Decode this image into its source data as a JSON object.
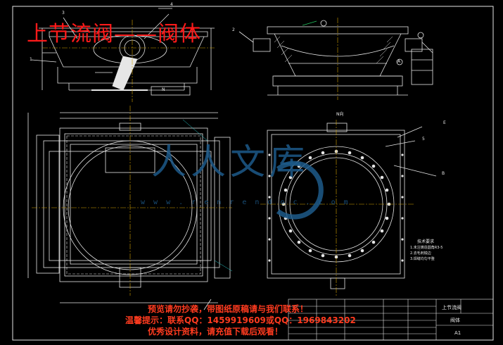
{
  "title": "上节流阀——阀体",
  "watermark": {
    "text": "人人文库",
    "url": "w w w . r e n r e n d o c . c o m"
  },
  "promo": {
    "line1": "预览请勿抄袭，带图纸原稿请与我们联系！",
    "line2": "温馨提示：联系QQ：1459919609或QQ：1969843202",
    "line3": "优秀设计资料，请充值下载后观看！"
  },
  "labels": {
    "view_top": "N",
    "view_right_top": "N向",
    "part_3": "3",
    "part_1": "1",
    "part_2": "2",
    "part_4": "4",
    "part_5": "5",
    "callout_e": "E",
    "callout_b": "B",
    "callout_a": "A"
  },
  "tech_notes": {
    "heading": "技术要求",
    "items": [
      "1.未注铸造圆角R3-5",
      "2.去毛刺锐边",
      "3.焊缝均匀平整"
    ]
  },
  "title_block": {
    "part_name": "阀体",
    "scale_label": "A1",
    "assembly": "上节流阀"
  },
  "colors": {
    "line": "#e6e6e6",
    "center": "#d4a300",
    "dim": "#28c7c7",
    "accent_green": "#22c55e",
    "red": "#ff1a1a",
    "watermark": "#1d5a8a"
  }
}
